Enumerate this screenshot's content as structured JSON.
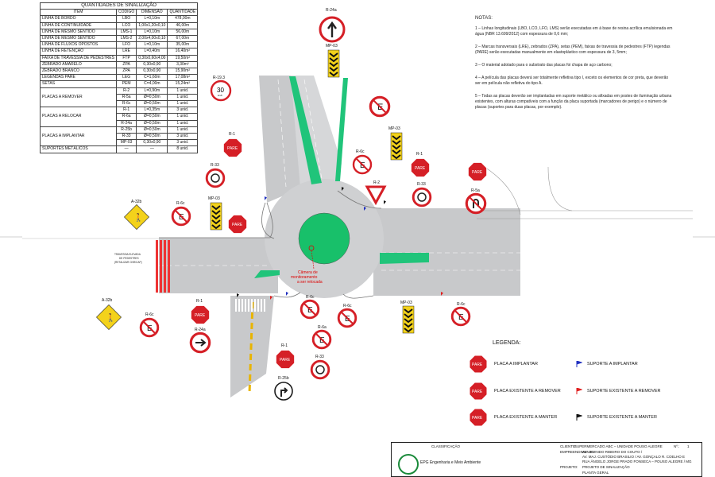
{
  "table": {
    "title": "QUANTIDADES DE SINALIZAÇÃO",
    "headers": [
      "ITEM",
      "CÓDIGO",
      "DIMENSÃO",
      "QUANTIDADE"
    ],
    "rows": [
      [
        "LINHA DE BORDO",
        "LBO",
        "L=0,10m",
        "478,00m"
      ],
      [
        "LINHA DE CONTINUIDADE",
        "LCO",
        "1,00x1,20x0,10",
        "46,00m"
      ],
      [
        "LINHA DE MESMO SENTIDO",
        "LMS-1",
        "L=0,10m",
        "56,00m"
      ],
      [
        "LINHA DE MESMO SENTIDO",
        "LMS-2",
        "2,00x4,00x0,10",
        "67,00m"
      ],
      [
        "LINHA DE FLUXOS OPOSTOS",
        "LFO",
        "L=0,10m",
        "35,00m"
      ],
      [
        "LINHA DE RETENÇÃO",
        "LRE",
        "L=0,40m",
        "16,40m²"
      ],
      [
        "FAIXA DE TRAVESSIA DE PEDESTRES",
        "FTP",
        "0,30x0,60x4,00",
        "19,50m²"
      ],
      [
        "ZEBRADO AMARELO",
        "ZPA",
        "0,30x0,90",
        "3,30m²"
      ],
      [
        "ZEBRADO BRANCO",
        "ZPA",
        "0,30x0,90",
        "15,90m²"
      ],
      [
        "LEGENDAS PARE",
        "LEG",
        "C=1,60m",
        "17,08m²"
      ],
      [
        "SETAS",
        "PEM",
        "C=4,00m",
        "15,24m²"
      ]
    ],
    "groups": [
      {
        "label": "PLACAS A REMOVER",
        "rows": [
          [
            "R-2",
            "L=0,90m",
            "1 unid."
          ],
          [
            "R-5a",
            "Ø=0,50m",
            "1 unid."
          ],
          [
            "R-6c",
            "Ø=0,50m",
            "1 unid."
          ]
        ]
      },
      {
        "label": "PLACAS A RELOCAR",
        "rows": [
          [
            "R-1",
            "L=0,35m",
            "3 unid."
          ],
          [
            "R-6a",
            "Ø=0,50m",
            "1 unid."
          ],
          [
            "R-24a",
            "Ø=0,50m",
            "1 unid."
          ]
        ]
      },
      {
        "label": "PLACAS A IMPLANTAR",
        "rows": [
          [
            "R-25b",
            "Ø=0,50m",
            "1 unid."
          ],
          [
            "R-33",
            "Ø=0,50m",
            "3 unid."
          ],
          [
            "MP-03",
            "0,30x0,90",
            "3 unid."
          ]
        ]
      }
    ],
    "last_row": [
      "SUPORTES METÁLICOS",
      "—",
      "—",
      "8 unid."
    ]
  },
  "notes": {
    "title": "NOTAS:",
    "items": [
      "1 – Linhas longitudinais (LBO, LCO, LFO, LMS) serão executadas em à base de resina acrílica emulsionada em água (NBR 13.699/2012) com espessura de 0,6 mm;",
      "2 – Marcas transversais (LRE), zebrados (ZPA), setas (PEM), faixas de travessia de pedestres (FTP) legendas (PARE) serão executadas manualmente em elastoplástico com espessura de 3, 5mm;",
      "3 – O material adotado para o substrato das placas foi chapa de aço carbono;",
      "4 – A película das placas deverá ser totalmente refletiva tipo I, exceto os elementos de cor preta, que deverão ser em película não refletiva do tipo A.",
      "5 – Todas as placas deverão ser implantadas em suporte metálico ou afixadas em postes de iluminação urbana existentes, com alturas compatíveis com a função da placa suportada (marcadores de perigo) e o número de placas (suportes para duas placas, por exemplo)."
    ]
  },
  "legend": {
    "title": "LEGENDA:",
    "placa_implantar": "PLACA A IMPLANTAR",
    "placa_remover": "PLACA EXISTENTE A REMOVER",
    "placa_manter": "PLACA EXISTENTE A MANTER",
    "suporte_implantar": "SUPORTE A IMPLANTAR",
    "suporte_remover": "SUPORTE EXISTENTE A REMOVER",
    "suporte_manter": "SUPORTE EXISTENTE A MANTER",
    "pare": "PARE"
  },
  "signs": {
    "pare": "PARE",
    "r24a": "R-24a",
    "mp03": "MP-03",
    "r193": "R-19.3",
    "speed": "30",
    "speed_unit": "km/h",
    "r6c": "R-6c",
    "r1": "R-1",
    "r33": "R-33",
    "r2": "R-2",
    "r5a": "R-5a",
    "r6a": "R-6a",
    "a32b": "A-32b",
    "r25b": "R-25b"
  },
  "camera": {
    "line1": "Câmera de",
    "line2": "monitoramento",
    "line3": "a ser relocada"
  },
  "crossing_note": {
    "line1": "TRAVESSIA ELEVADA",
    "line2": "DE PEDESTRES",
    "line3": "(RETALIZAR CNR/CAP)"
  },
  "title_block": {
    "company": "EPG Engenharia e Meio Ambiente",
    "label_classificacao": "CLASSIFICAÇÃO",
    "cliente_label": "CLIENTE:",
    "cliente": "SUPERMERCADO ABC – UNIDADE POUSO ALEGRE",
    "empreendimento_label": "EMPREENDIMENTO:",
    "empreendimento1": "AV. LEVINDO RIBEIRO DO COUTO /",
    "empreendimento2": "AV. MAJ. CUSTÓDIO BRASILIO / AV. GONÇALO R. COELHO E",
    "empreendimento3": "RUA ÂNGELO JORGE PRADO FONSECA – POUSO ALEGRE / MG",
    "projeto_label": "PROJETO:",
    "projeto": "PROJETO DE SINALIZAÇÃO",
    "prancha": "PLANTA GERAL",
    "folha_label": "Nº.:",
    "folha": "1"
  }
}
